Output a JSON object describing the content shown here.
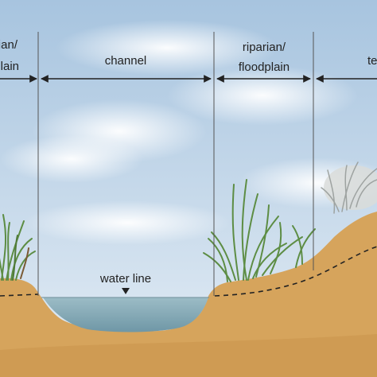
{
  "zones": [
    {
      "line1": "riparian/",
      "line2": "floodplain",
      "side": "left"
    },
    {
      "line1": "channel",
      "line2": ""
    },
    {
      "line1": "riparian/",
      "line2": "floodplain"
    },
    {
      "line1": "terrace",
      "line2": ""
    }
  ],
  "water_line_label": "water line",
  "colors": {
    "sky_top": "#a9c6e1",
    "sky_bottom": "#e3edf5",
    "soil": "#d6a45c",
    "soil_dark": "#c48c43",
    "water": "#8fb3bf",
    "grass": "#5d8d44",
    "shrub": "#c9ccc9"
  }
}
